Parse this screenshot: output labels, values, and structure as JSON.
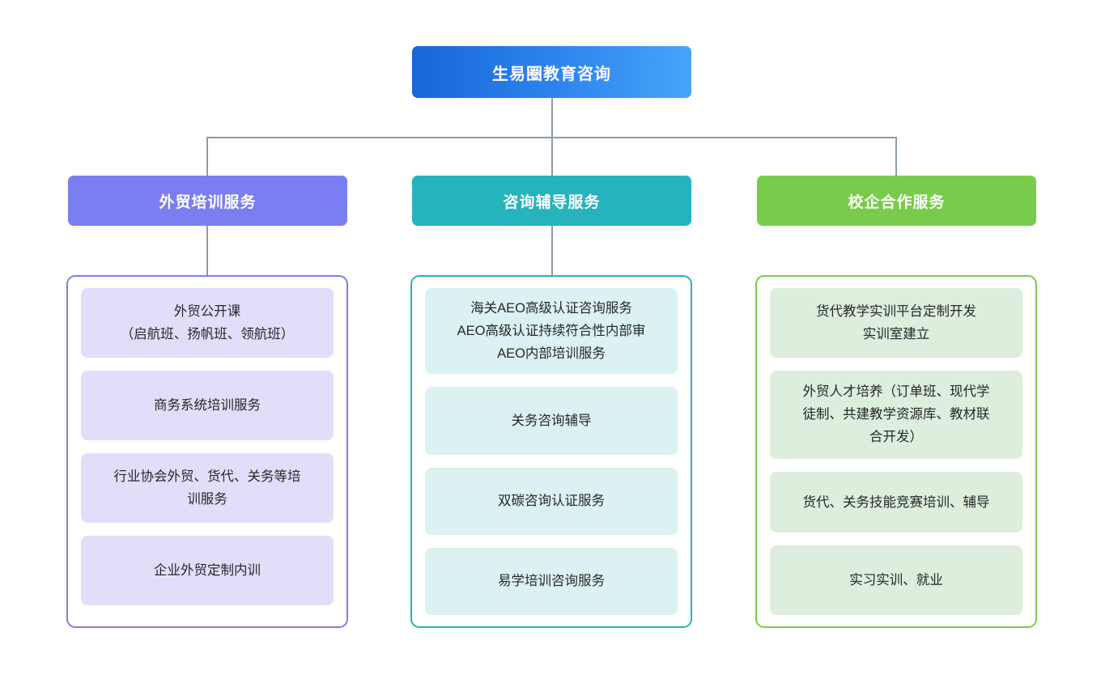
{
  "chart_data": {
    "type": "diagram",
    "subtype": "organization-tree",
    "title": "生易圈教育咨询",
    "orientation": "top-down",
    "levels": 3,
    "colors": {
      "root_gradient_from": "#1667d8",
      "root_gradient_to": "#47a4f7",
      "branch_1": "#7b7ef0",
      "branch_2": "#26b3bd",
      "branch_3": "#79cc4b",
      "item_fill_1": "#e2defa",
      "item_fill_2": "#dcf1f1",
      "item_fill_3": "#ddeedc",
      "connector": "#8e9aa8",
      "background": "#ffffff",
      "root_text": "#ffffff",
      "item_text": "#26282c"
    },
    "branch_counts": [
      4,
      4,
      4
    ]
  },
  "root": {
    "label": "生易圈教育咨询"
  },
  "branches": [
    {
      "header": "外贸培训服务",
      "accent": "#7b7ef0",
      "items": [
        "外贸公开课\n（启航班、扬帆班、领航班）",
        "商务系统培训服务",
        "行业协会外贸、货代、关务等培\n训服务",
        "企业外贸定制内训"
      ]
    },
    {
      "header": "咨询辅导服务",
      "accent": "#26b3bd",
      "items": [
        "海关AEO高级认证咨询服务\nAEO高级认证持续符合性内部审\nAEO内部培训服务",
        "关务咨询辅导",
        "双碳咨询认证服务",
        "易学培训咨询服务"
      ]
    },
    {
      "header": "校企合作服务",
      "accent": "#79cc4b",
      "items": [
        "货代教学实训平台定制开发\n实训室建立",
        "外贸人才培养（订单班、现代学\n徒制、共建教学资源库、教材联\n合开发）",
        "货代、关务技能竞赛培训、辅导",
        "实习实训、就业"
      ]
    }
  ]
}
